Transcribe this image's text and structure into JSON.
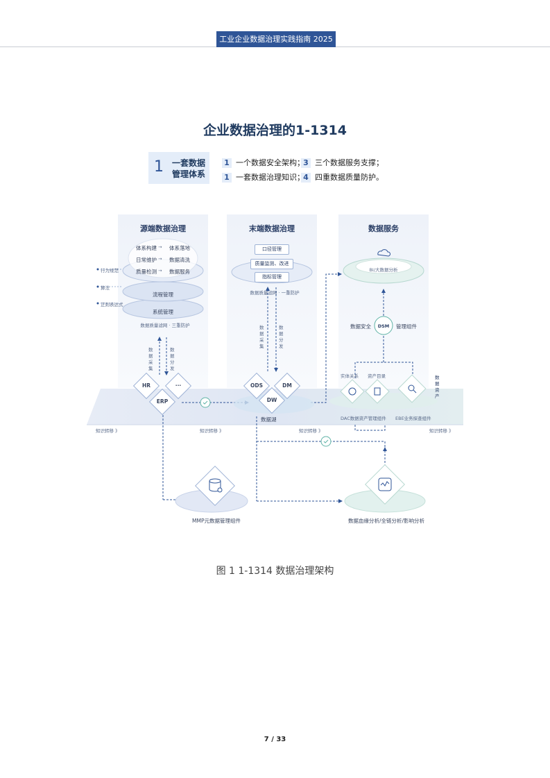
{
  "header": {
    "title": "工业企业数据治理实践指南 2025"
  },
  "figure": {
    "title": "企业数据治理的1-1314",
    "summary_box": {
      "number": "1",
      "line1": "一套数据",
      "line2": "管理体系"
    },
    "summary_items": [
      {
        "num": "1",
        "text": "一个数据安全架构；"
      },
      {
        "num": "3",
        "text": "三个数据服务支撑；"
      },
      {
        "num": "1",
        "text": "一套数据治理知识；"
      },
      {
        "num": "4",
        "text": "四重数据质量防护。"
      }
    ],
    "columns": {
      "source": {
        "title": "源端数据治理",
        "rows": [
          {
            "left": "体系构建",
            "right": "体系落地"
          },
          {
            "left": "日常维护",
            "right": "数据清洗"
          },
          {
            "left": "质量检测",
            "right": "数据服务"
          }
        ],
        "layer2": "流程管理",
        "layer3": "系统管理",
        "ring_label": "数据质量滤网 · 三重防护",
        "side_labels": [
          "行为规范",
          "算法",
          "正则表达式"
        ],
        "arrow_up": "数据采集",
        "arrow_down": "数据分发"
      },
      "end": {
        "title": "末端数据治理",
        "items": [
          "口径管理",
          "质量监测、改进",
          "指标管理"
        ],
        "ring_label": "数据质量滤网 · 一重防护",
        "arrow_up": "数据采集",
        "arrow_down": "数据分发"
      },
      "service": {
        "title": "数据服务",
        "bi_label": "BI/大数据分析",
        "dsm_left": "数据安全",
        "dsm_badge": "DSM",
        "dsm_right": "管理组件",
        "side_label": "数据资产",
        "icon_labels": [
          "实体关系",
          "资产目录"
        ],
        "dac_label": "DAC数据资产管理组件",
        "ebe_label": "EBE业务探查组件"
      }
    },
    "platform": {
      "nodes_source": [
        "HR",
        "···",
        "ERP"
      ],
      "nodes_lake": [
        "ODS",
        "DM",
        "DW"
      ],
      "lake_label": "数据湖",
      "band_labels": [
        "知识转移 》",
        "知识转移 》",
        "知识转移 》",
        "知识转移 》"
      ]
    },
    "bottom": {
      "mmp_label": "MMP元数据管理组件",
      "lineage_label": "数据血缘分析/全链分析/影响分析"
    },
    "caption": "图 1 1-1314 数据治理架构"
  },
  "page": {
    "number": "7 / 33"
  },
  "colors": {
    "header_bg": "#2f5597",
    "title": "#1f3a5f",
    "accent": "#2f5597",
    "teal": "#5fb3a6"
  }
}
